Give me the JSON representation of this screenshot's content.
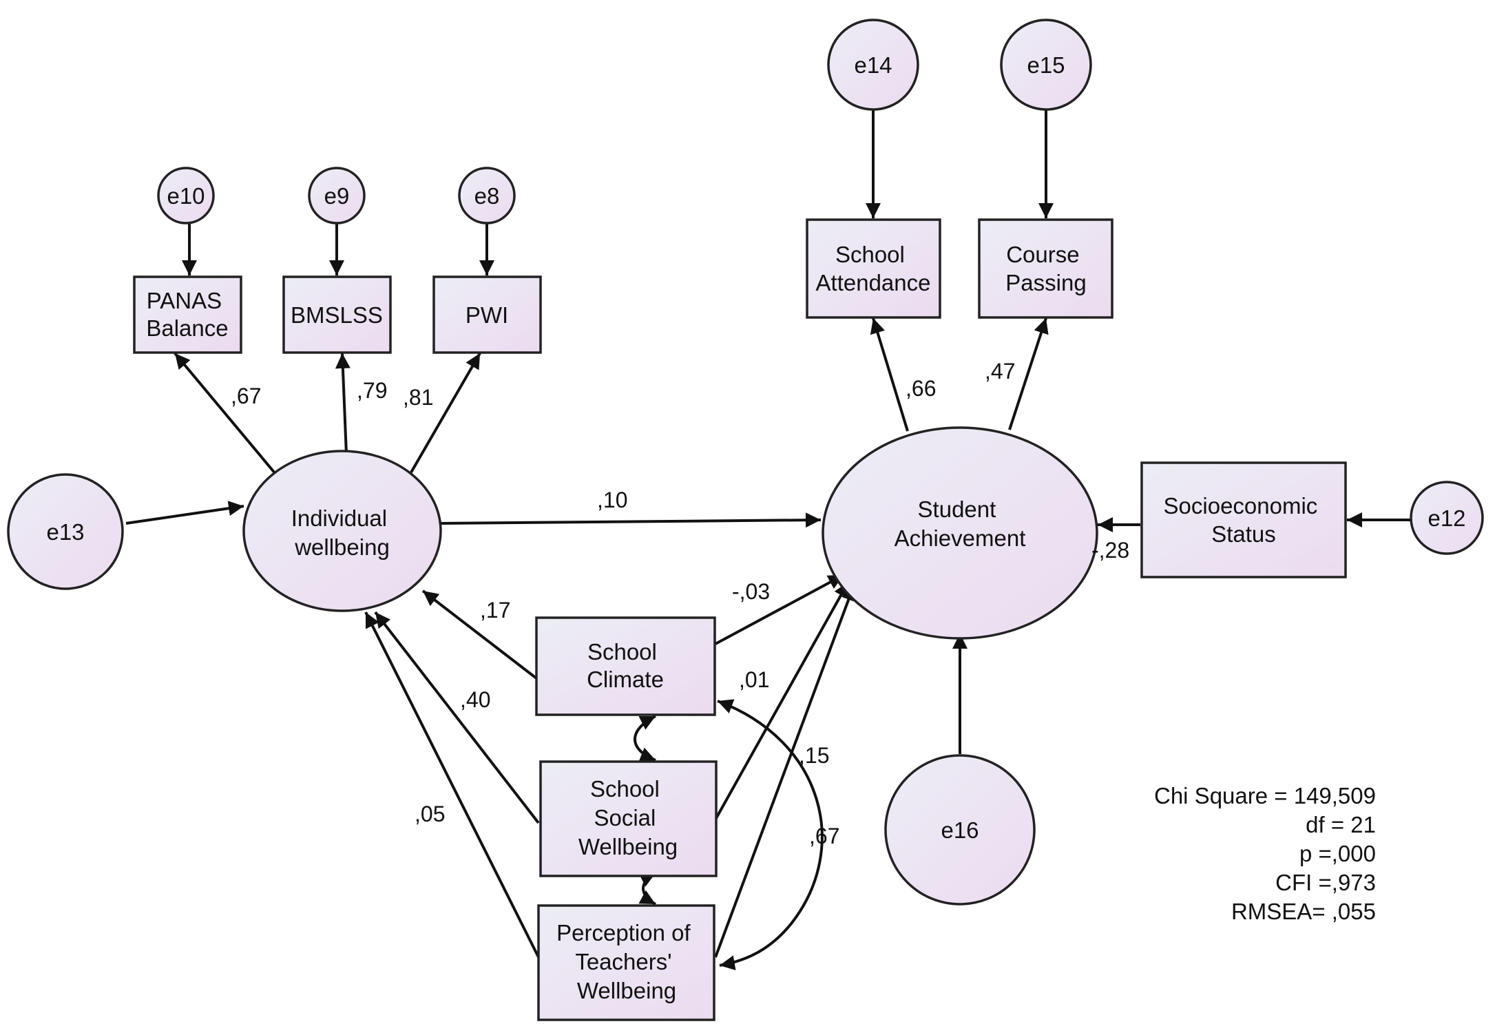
{
  "colors": {
    "node_fill_light": "#eceaf4",
    "node_fill_pink": "#ecdcf0",
    "stroke": "#222222"
  },
  "nodes": {
    "e10": "e10",
    "e9": "e9",
    "e8": "e8",
    "e14": "e14",
    "e15": "e15",
    "e13": "e13",
    "e12": "e12",
    "e16": "e16",
    "panas": [
      "PANAS",
      "Balance"
    ],
    "bmslss": [
      "BMSLSS"
    ],
    "pwi": [
      "PWI"
    ],
    "attendance": [
      "School",
      "Attendance"
    ],
    "passing": [
      "Course",
      "Passing"
    ],
    "individual": [
      "Individual",
      "wellbeing"
    ],
    "achievement": [
      "Student",
      "Achievement"
    ],
    "ses": [
      "Socioeconomic",
      "Status"
    ],
    "climate": [
      "School",
      "Climate"
    ],
    "social": [
      "School",
      "Social",
      "Wellbeing"
    ],
    "teachers": [
      "Perception of",
      "Teachers'",
      "Wellbeing"
    ]
  },
  "coefficients": {
    "panas": ",67",
    "bmslss": ",79",
    "pwi": ",81",
    "attendance": ",66",
    "passing": ",47",
    "individual_to_achievement": ",10",
    "ses_to_achievement": "-,28",
    "climate_to_individual": ",17",
    "social_to_individual": ",40",
    "teachers_to_individual": ",05",
    "climate_to_achievement": "-,03",
    "social_to_achievement": ",01",
    "teachers_to_achievement": ",15",
    "climate_teachers_cov": ",67"
  },
  "fit": {
    "chi_square": "Chi Square = 149,509",
    "df": "df = 21",
    "p": "p =,000",
    "cfi": "CFI =,973",
    "rmsea": "RMSEA= ,055"
  }
}
